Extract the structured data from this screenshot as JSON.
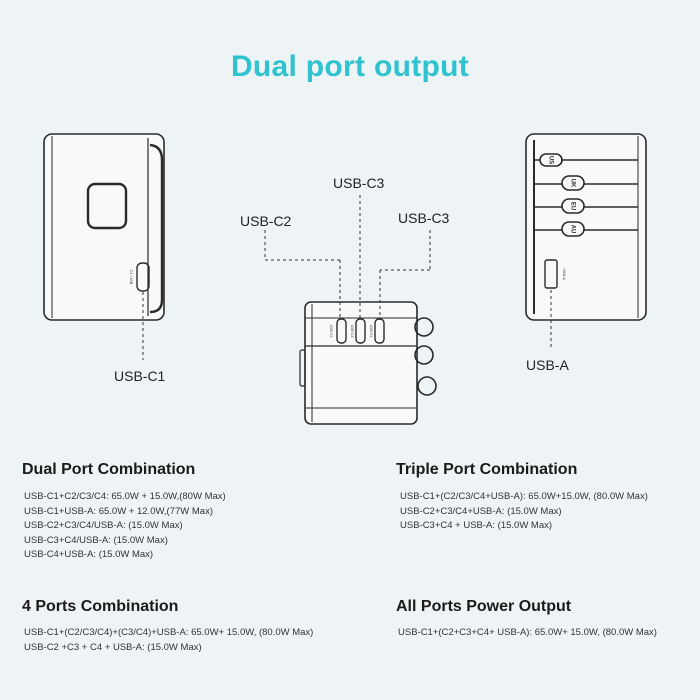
{
  "title": "Dual port output",
  "colors": {
    "title": "#2ec3cf",
    "background": "#eef3f5",
    "device_stroke": "#2a2a2a"
  },
  "labels": {
    "usb_c1": "USB-C1",
    "usb_c2": "USB-C2",
    "usb_c3_top": "USB-C3",
    "usb_c3_right": "USB-C3",
    "usb_a": "USB-A"
  },
  "device_text": {
    "left_port": "C1·USB",
    "center_ports": [
      "USB·C2",
      "USB·C3",
      "USB·C4"
    ],
    "right_port": "USB-A",
    "plugs": [
      "US",
      "UK",
      "EU",
      "AU"
    ]
  },
  "sections": {
    "dual": {
      "title": "Dual Port Combination",
      "lines": [
        "USB-C1+C2/C3/C4: 65.0W + 15.0W,(80W Max)",
        "USB-C1+USB-A: 65.0W + 12.0W,(77W Max)",
        "USB-C2+C3/C4/USB-A: (15.0W Max)",
        "USB-C3+C4/USB-A: (15.0W Max)",
        "USB-C4+USB-A: (15.0W Max)"
      ]
    },
    "triple": {
      "title": "Triple Port Combination",
      "lines": [
        "USB-C1+(C2/C3/C4+USB-A): 65.0W+15.0W, (80.0W Max)",
        "USB-C2+C3/C4+USB-A: (15.0W Max)",
        "USB-C3+C4 + USB-A: (15.0W Max)"
      ]
    },
    "four": {
      "title": "4 Ports Combination",
      "lines": [
        "USB-C1+(C2/C3/C4)+(C3/C4)+USB-A: 65.0W+ 15.0W, (80.0W Max)",
        "USB-C2 +C3 + C4 + USB-A: (15.0W Max)"
      ]
    },
    "all": {
      "title": "All Ports Power Output",
      "lines": [
        "USB-C1+(C2+C3+C4+ USB-A): 65.0W+ 15.0W, (80.0W Max)"
      ]
    }
  }
}
